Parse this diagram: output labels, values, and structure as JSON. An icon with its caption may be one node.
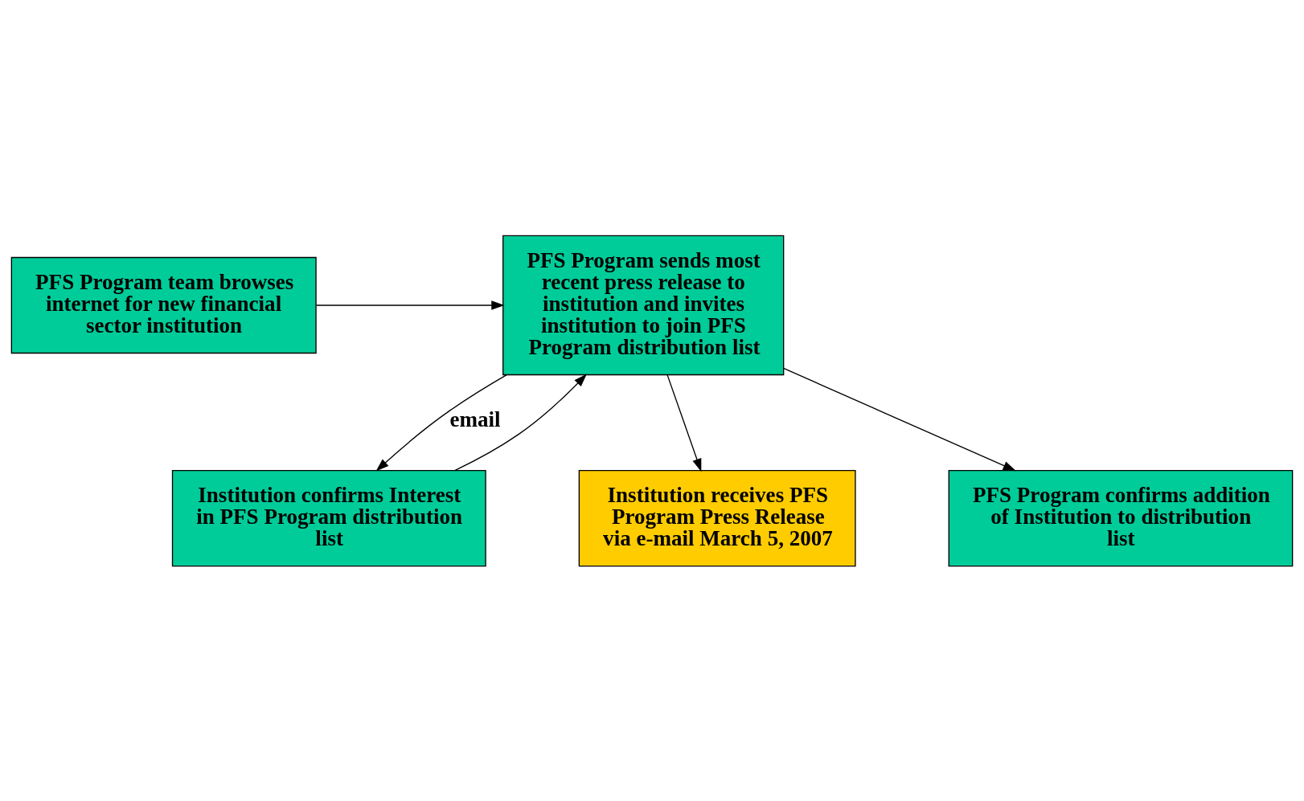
{
  "diagram": {
    "nodes": [
      {
        "text": [
          "PFS Program team browses internet for new financial sector institution"
        ]
      },
      {
        "text": [
          "PFS Program sends most recent press release to institution and invites institution to join PFS Program distribution list"
        ]
      },
      {
        "text": [
          "Institution confirms Interest in PFS Program distribution list"
        ]
      },
      {
        "text": [
          "Institution receives PFS Program Press Release via e-mail March 5, 2007"
        ]
      },
      {
        "text": [
          "PFS Program confirms addition of Institution to distribution list"
        ]
      }
    ],
    "edges": [
      {
        "from": 0,
        "to": 1,
        "arrow": "to"
      },
      {
        "from": 1,
        "to": 2,
        "arrow": "to",
        "label": "email"
      },
      {
        "from": 2,
        "to": 1,
        "arrow": "to"
      },
      {
        "from": 1,
        "to": 3,
        "arrow": "to"
      },
      {
        "from": 1,
        "to": 4,
        "arrow": "to"
      }
    ]
  }
}
